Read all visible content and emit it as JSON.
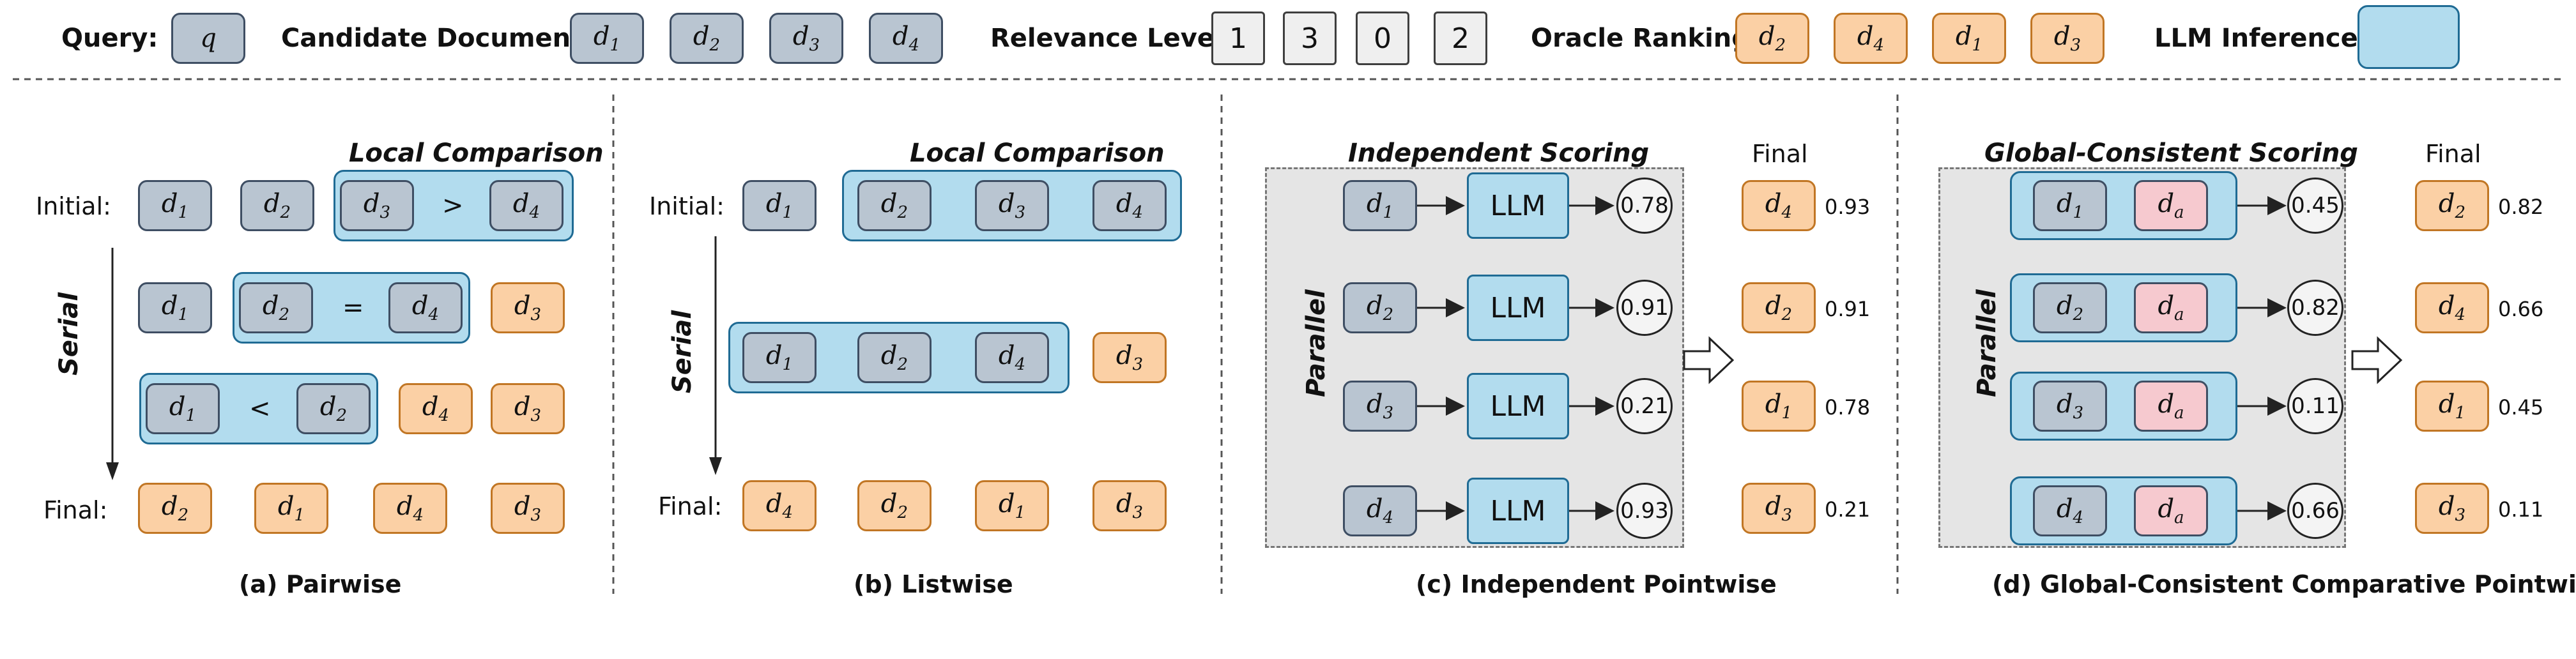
{
  "legend": {
    "query_label": "Query:",
    "query_value": "q",
    "candidates_label": "Candidate Documents:",
    "candidates": [
      "d1",
      "d2",
      "d3",
      "d4"
    ],
    "relevance_label": "Relevance Level:",
    "relevance_values": [
      "1",
      "3",
      "0",
      "2"
    ],
    "oracle_label": "Oracle Ranking:",
    "oracle": [
      "d2",
      "d4",
      "d1",
      "d3"
    ],
    "llm_label": "LLM Inference:"
  },
  "pairwise": {
    "caption": "(a) Pairwise",
    "title": "Local Comparison",
    "initial_label": "Initial:",
    "final_label": "Final:",
    "serial_label": "Serial",
    "row1": [
      "d1",
      "d2",
      "d3",
      "d4"
    ],
    "row1_symbol": ">",
    "row2": [
      "d1",
      "d2",
      "d4",
      "d3"
    ],
    "row2_symbol": "=",
    "row3": [
      "d1",
      "d2",
      "d4",
      "d3"
    ],
    "row3_symbol": "<",
    "final": [
      "d2",
      "d1",
      "d4",
      "d3"
    ]
  },
  "listwise": {
    "caption": "(b) Listwise",
    "title": "Local Comparison",
    "initial_label": "Initial:",
    "final_label": "Final:",
    "serial_label": "Serial",
    "row1": [
      "d1",
      "d2",
      "d3",
      "d4"
    ],
    "row2": [
      "d1",
      "d2",
      "d4",
      "d3"
    ],
    "final": [
      "d4",
      "d2",
      "d1",
      "d3"
    ]
  },
  "independent": {
    "caption": "(c) Independent Pointwise",
    "title": "Independent Scoring",
    "parallel_label": "Parallel",
    "final_label": "Final",
    "llm_text": "LLM",
    "inputs": [
      "d1",
      "d2",
      "d3",
      "d4"
    ],
    "scores": [
      "0.78",
      "0.91",
      "0.21",
      "0.93"
    ],
    "final": [
      {
        "doc": "d4",
        "score": "0.93"
      },
      {
        "doc": "d2",
        "score": "0.91"
      },
      {
        "doc": "d1",
        "score": "0.78"
      },
      {
        "doc": "d3",
        "score": "0.21"
      }
    ]
  },
  "global": {
    "caption": "(d) Global-Consistent Comparative Pointwise",
    "title": "Global-Consistent Scoring",
    "parallel_label": "Parallel",
    "final_label": "Final",
    "inputs": [
      "d1",
      "d2",
      "d3",
      "d4"
    ],
    "anchor": "da",
    "scores": [
      "0.45",
      "0.82",
      "0.11",
      "0.66"
    ],
    "final": [
      {
        "doc": "d2",
        "score": "0.82"
      },
      {
        "doc": "d4",
        "score": "0.66"
      },
      {
        "doc": "d1",
        "score": "0.45"
      },
      {
        "doc": "d3",
        "score": "0.11"
      }
    ]
  },
  "colors": {
    "gray_fill": "#b9c5d1",
    "orange_fill": "#fbd0a5",
    "blue_fill": "#b2dcee",
    "pink_fill": "#f6c9cf"
  }
}
